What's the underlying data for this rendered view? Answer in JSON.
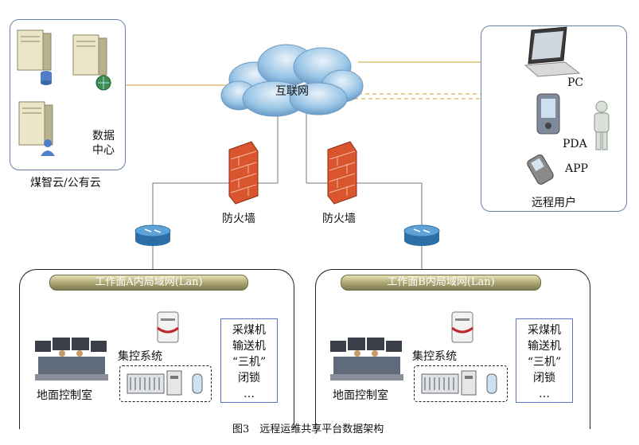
{
  "datacenter": {
    "label1": "数据",
    "label2": "中心",
    "caption": "煤智云/公有云"
  },
  "cloud": {
    "label": "互联网"
  },
  "remote": {
    "pc": "PC",
    "pda": "PDA",
    "app": "APP",
    "caption": "远程用户"
  },
  "firewalls": [
    {
      "label": "防火墙"
    },
    {
      "label": "防火墙"
    }
  ],
  "lans": [
    {
      "tube": "工作面A内局域网(Lan)",
      "control_room": "地面控制室",
      "central": "集控系统",
      "three": [
        "采煤机",
        "输送机",
        "“三机”",
        "闭锁",
        "…"
      ]
    },
    {
      "tube": "工作面B内局域网(Lan)",
      "control_room": "地面控制室",
      "central": "集控系统",
      "three": [
        "采煤机",
        "输送机",
        "“三机”",
        "闭锁",
        "…"
      ]
    }
  ],
  "figure": {
    "caption": "图3　远程运维共享平台数据架构"
  }
}
